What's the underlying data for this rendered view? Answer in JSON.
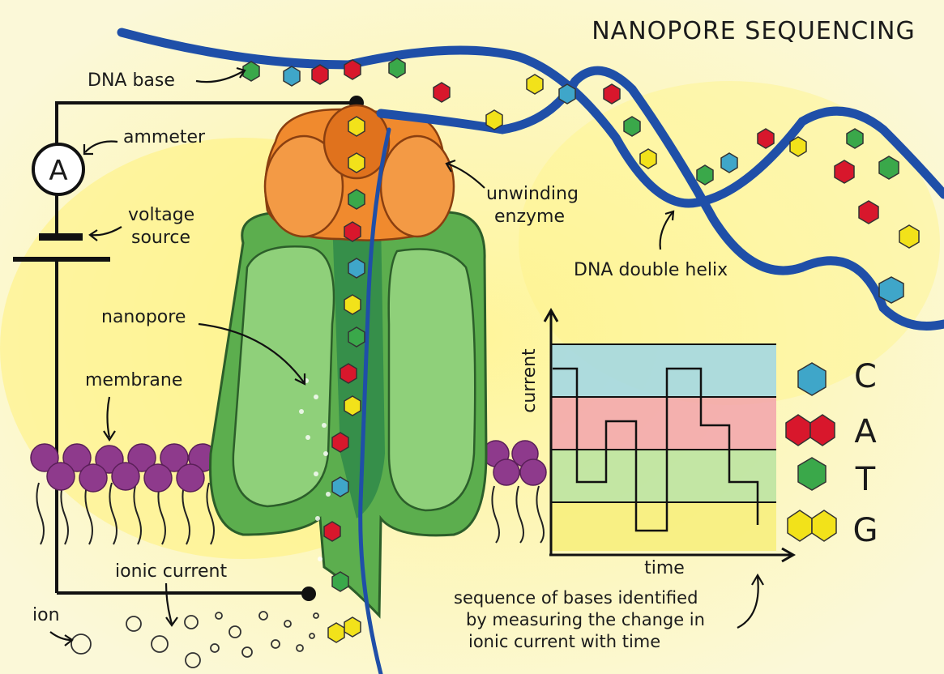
{
  "title": "NANOPORE SEQUENCING",
  "labels": {
    "dna_base": "DNA base",
    "ammeter": "ammeter",
    "ammeter_symbol": "A",
    "voltage_line1": "voltage",
    "voltage_line2": "source",
    "nanopore": "nanopore",
    "membrane": "membrane",
    "unwinding_line1": "unwinding",
    "unwinding_line2": "enzyme",
    "dna_helix": "DNA double helix",
    "ionic_current": "ionic current",
    "ion": "ion"
  },
  "graph": {
    "y_axis": "current",
    "x_axis": "time"
  },
  "legend": [
    {
      "letter": "C",
      "color": "#3fa6c9"
    },
    {
      "letter": "A",
      "color": "#d8172c"
    },
    {
      "letter": "T",
      "color": "#3aa84a"
    },
    {
      "letter": "G",
      "color": "#f2e21a"
    }
  ],
  "caption": {
    "line1": "sequence of bases identified",
    "line2": "by measuring the change in",
    "line3": "ionic current with time"
  },
  "colors": {
    "cytosine": "#3fa6c9",
    "adenine": "#d8172c",
    "thymine": "#3aa84a",
    "guanine": "#f2e21a",
    "helix": "#1f4fa8",
    "enzyme": "#f08a2e",
    "nanopore": "#5cae4e",
    "lipid_head": "#8e3a8c"
  }
}
